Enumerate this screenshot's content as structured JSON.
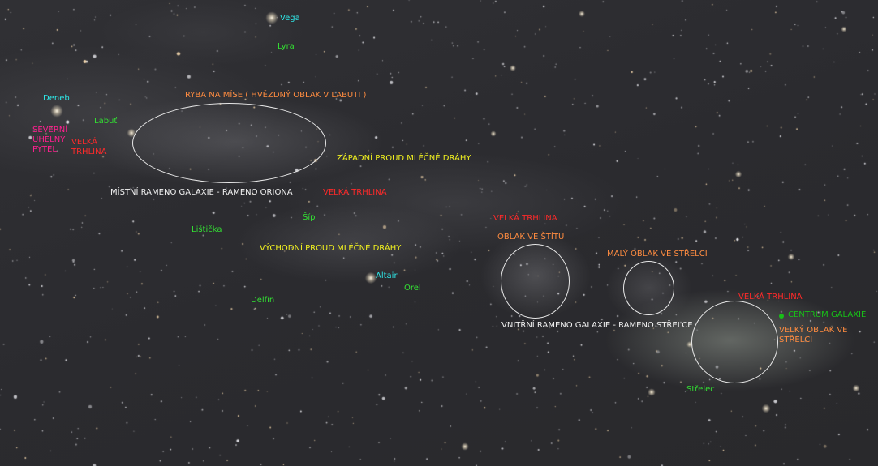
{
  "colors": {
    "star_name": "#2ee6e6",
    "constellation": "#33e033",
    "milky_way_stream": "#f2f21f",
    "rift": "#ff2a2a",
    "cloud": "#ff8c40",
    "arm": "#f2f2f2",
    "coalsack": "#ff1f8f",
    "galactic_center": "#18c018"
  },
  "stars": {
    "vega": "Vega",
    "deneb": "Deneb",
    "altair": "Altair"
  },
  "constellations": {
    "lyra": "Lyra",
    "cygnus": "Labuť",
    "vulpecula": "Lištička",
    "sagitta": "Šíp",
    "delphinus": "Delfín",
    "aquila": "Orel",
    "sagittarius": "Střelec"
  },
  "labels": {
    "fish_on_platter": "RYBA NA MÍSE ( HVĚZDNÝ OBLAK V LABUTI )",
    "western_stream": "ZÁPADNÍ PROUD MLÉČNÉ DRÁHY",
    "eastern_stream": "VÝCHODNÍ PROUD MLÉČNÉ DRÁHY",
    "local_arm": "MÍSTNÍ RAMENO GALAXIE - RAMENO ORIONA",
    "inner_arm": "VNITŘNÍ RAMENO GALAXIE - RAMENO STŘELCE",
    "great_rift_1": "VELKÁ TRHLINA",
    "great_rift_2": "VELKÁ TRHLINA",
    "great_rift_3": "VELKÁ TRHLINA",
    "great_rift_4": "VELKÁ TRHLINA",
    "northern_coalsack": "SEVERNÍ UHELNÝ PYTEL",
    "scutum_cloud": "OBLAK VE ŠTÍTU",
    "small_sagittarius_cloud": "MALÝ OBLAK VE STŘELCI",
    "large_sagittarius_cloud": "VELKÝ OBLAK VE STŘELCI",
    "galactic_center": "CENTRUM GALAXIE"
  }
}
